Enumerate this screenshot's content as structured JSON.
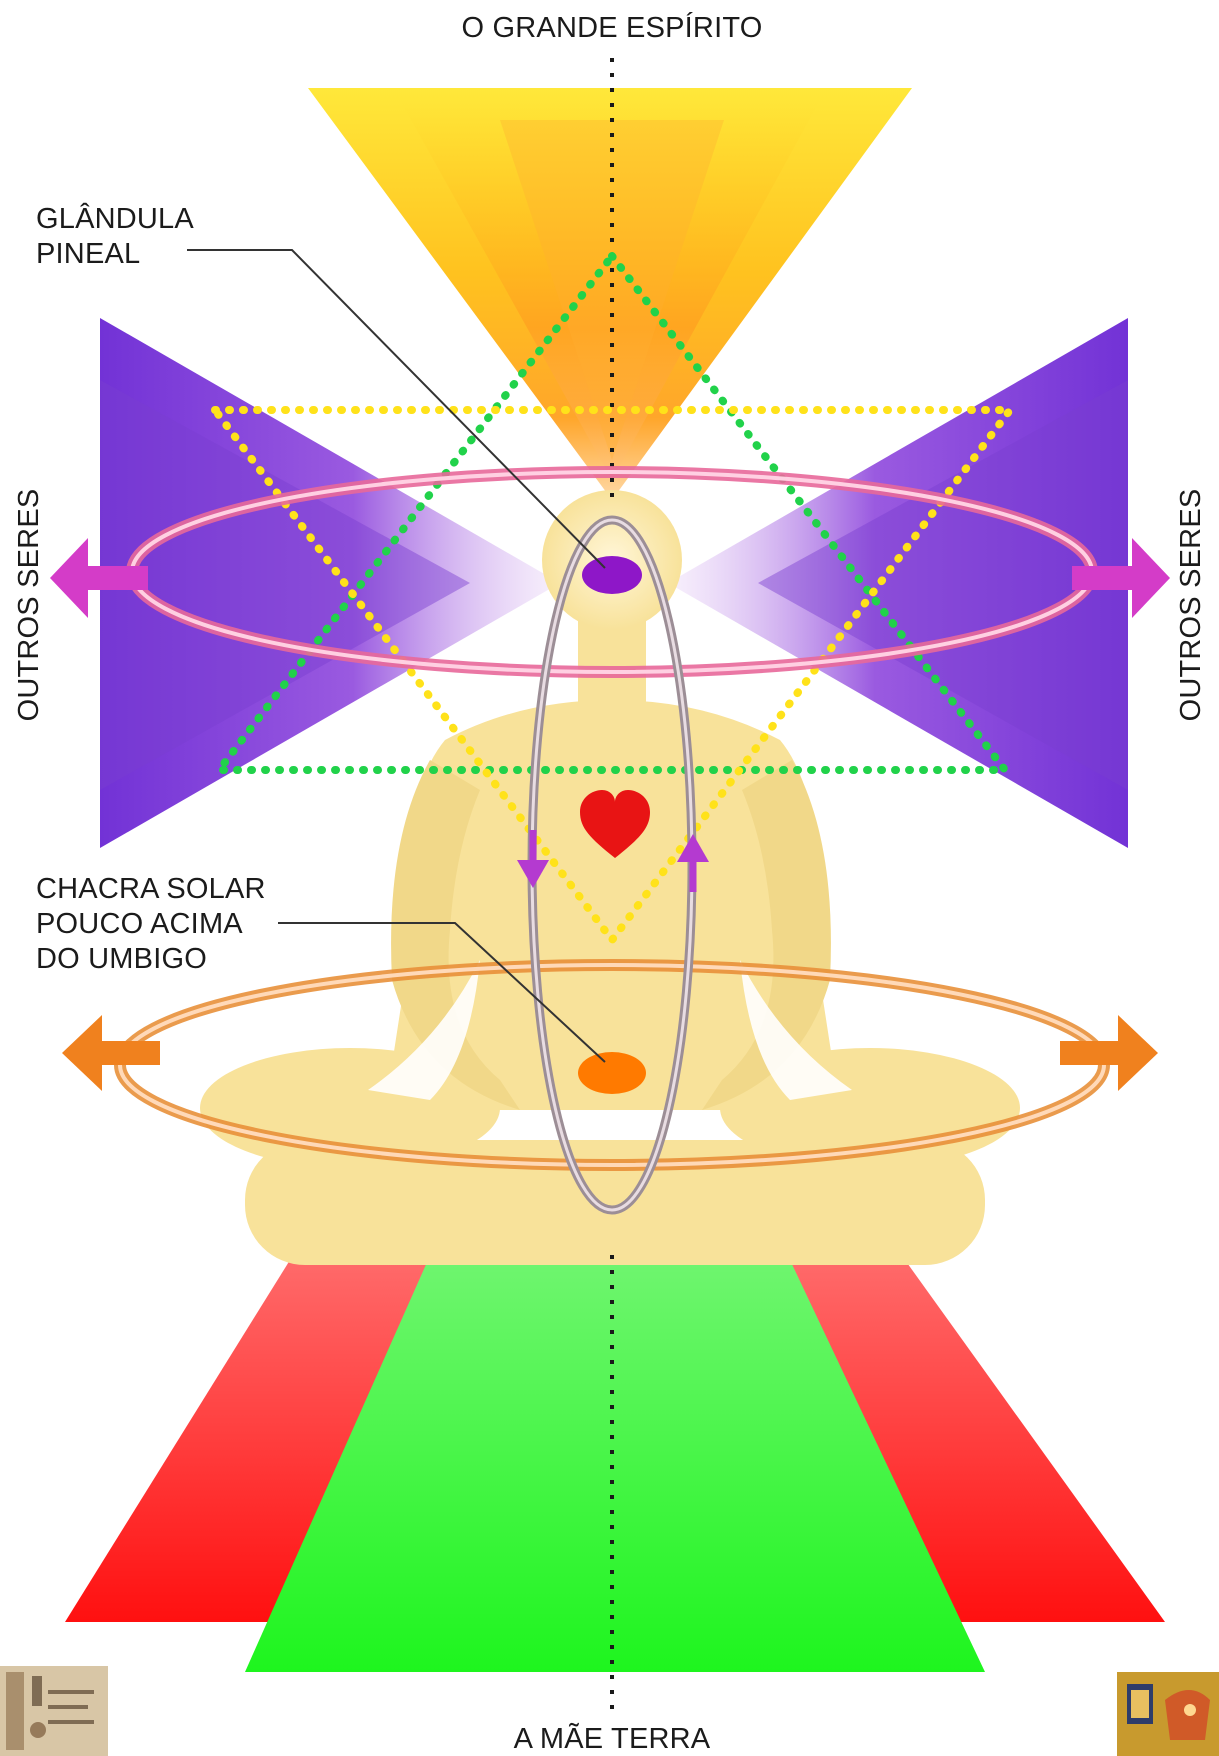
{
  "labels": {
    "top": "O GRANDE ESPÍRITO",
    "bottom": "A MÃE TERRA",
    "left_side": "OUTROS SERES",
    "right_side": "OUTROS SERES",
    "pineal_line1": "GLÂNDULA",
    "pineal_line2": "PINEAL",
    "solar_line1": "CHACRA SOLAR",
    "solar_line2": "POUCO ACIMA",
    "solar_line3": "DO UMBIGO"
  },
  "colors": {
    "top_triangle": "#ffcf1f",
    "top_triangle_inner": "#ff9a1f",
    "side_triangles": "#7a3fd0",
    "ground_red": "#ff1a1a",
    "ground_green": "#2ef52e",
    "body": "#f8e29a",
    "pineal_chakra": "#8e17c8",
    "heart": "#e81414",
    "solar_chakra": "#ff7a00",
    "pink_ring": "#e8689a",
    "orange_ring": "#e8903a",
    "green_dots": "#21d24a",
    "yellow_dots": "#ffe21a",
    "magenta_arrows": "#d43cc8",
    "orange_arrows": "#f0811e"
  },
  "icons": {
    "heart": "heart-icon",
    "pineal": "pineal-chakra-icon",
    "solar": "solar-chakra-icon",
    "corner_left": "hieroglyph-thumbnail-icon",
    "corner_right": "egyptian-art-thumbnail-icon"
  }
}
